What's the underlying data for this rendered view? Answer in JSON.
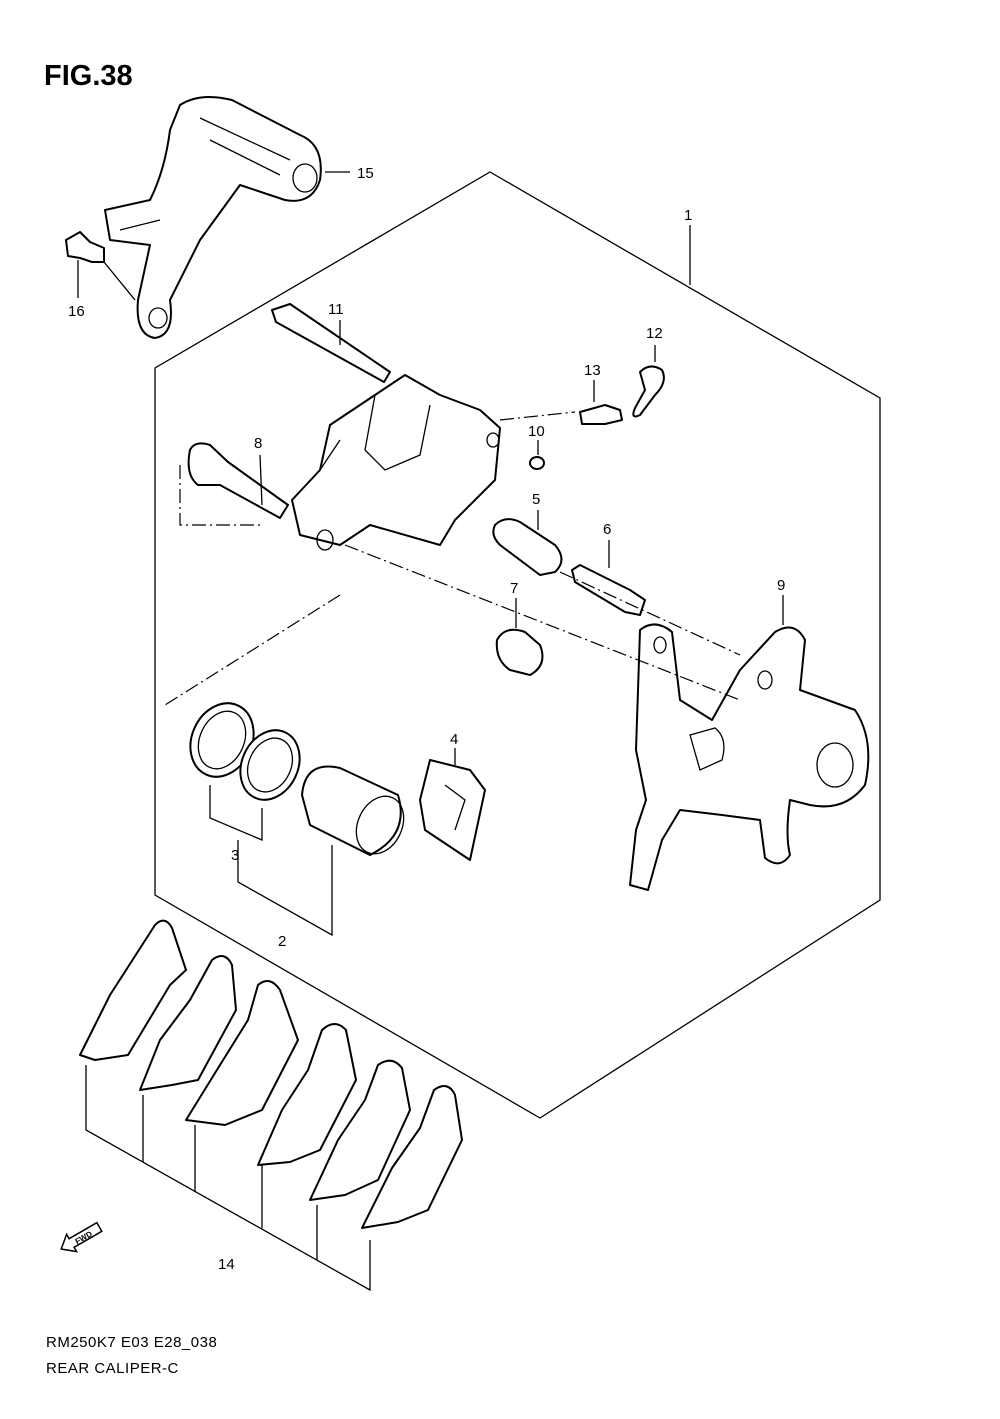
{
  "figure": {
    "title": "FIG.38"
  },
  "callouts": [
    "1",
    "2",
    "3",
    "4",
    "5",
    "6",
    "7",
    "8",
    "9",
    "10",
    "11",
    "12",
    "13",
    "14",
    "15",
    "16"
  ],
  "fwd_label": "FWD",
  "footer": {
    "code": "RM250K7 E03 E28_038",
    "name": "REAR CALIPER-C"
  }
}
